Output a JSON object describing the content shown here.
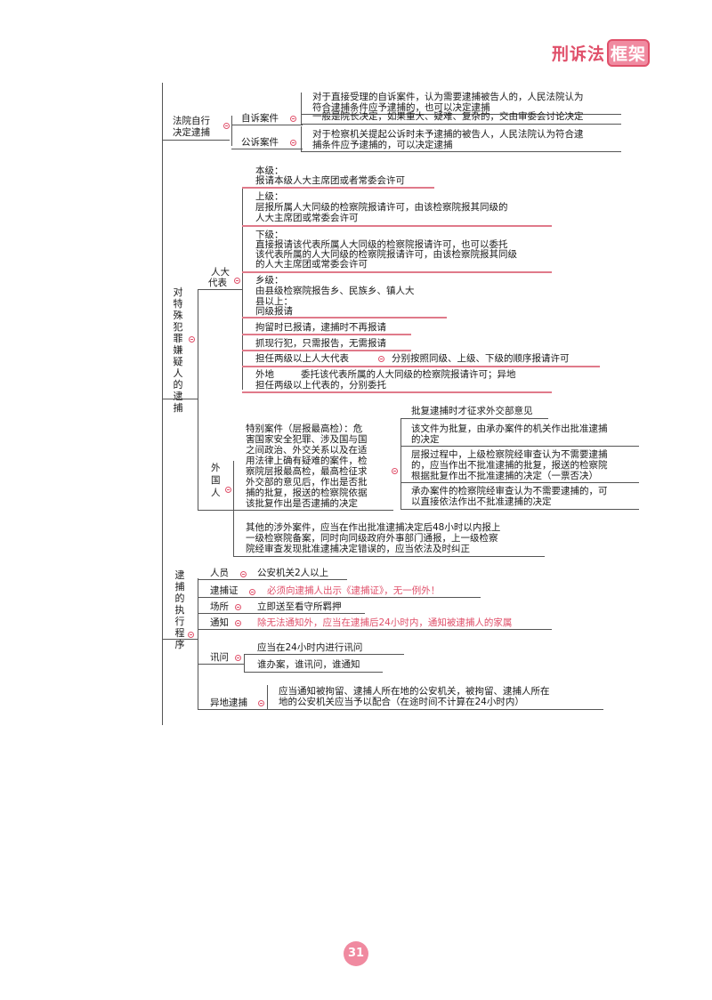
{
  "header": {
    "brand_text": "刑诉法",
    "brand_box": "框架"
  },
  "page_number": "31",
  "court_arrest": {
    "label": [
      "法院自行",
      "决定逮捕"
    ],
    "private_case": {
      "label": "自诉案件",
      "lines": [
        "对于直接受理的自诉案件，认为需要逮捕被告人的，人民法院认为",
        "符合逮捕条件应予逮捕的，也可以决定逮捕"
      ],
      "line2": "一般是院长决定，如果重大、疑难、复杂的，交由审委会讨论决定"
    },
    "public_case": {
      "label": "公诉案件",
      "lines": [
        "对于检察机关提起公诉时未予逮捕的被告人，人民法院认为符合逮",
        "捕条件应予逮捕的，可以决定逮捕"
      ]
    }
  },
  "special_suspects": {
    "label": "对特殊犯罪嫌疑人的逮捕",
    "npc": {
      "label": [
        "人大",
        "代表"
      ],
      "same_level": [
        "本级：",
        "报请本级人大主席团或者常委会许可"
      ],
      "upper_level": [
        "上级：",
        "层报所属人大同级的检察院报请许可，由该检察院报其同级的",
        "人大主席团或常委会许可"
      ],
      "lower_level": [
        "下级：",
        "直接报请该代表所属人大同级的检察院报请许可，也可以委托",
        "该代表所属的人大同级的检察院报请许可，由该检察院报其同级",
        "的人大主席团或常委会许可"
      ],
      "township": [
        "乡级：",
        "由县级检察院报告乡、民族乡、镇人大",
        "县以上：",
        "同级报请"
      ],
      "detained": "拘留时已报请，逮捕时不再报请",
      "caught": "抓现行犯，只需报告，无需报请",
      "two_levels": "担任两级以上人大代表",
      "two_levels_detail": "分别按照同级、上级、下级的顺序报请许可",
      "other_place_label": "外地",
      "other_place": [
        "委托该代表所属的人大同级的检察院报请许可；异地",
        "担任两级以上代表的，分别委托"
      ]
    },
    "foreigner": {
      "label": [
        "外",
        "国",
        "人"
      ],
      "special": [
        "特别案件（层报最高检）：危",
        "害国家安全犯罪、涉及国与国",
        "之间政治、外交关系以及在适",
        "用法律上确有疑难的案件，检",
        "察院层报最高检，最高检征求",
        "外交部的意见后，作出是否批",
        "捕的批复，报送的检察院依据",
        "该批复作出是否逮捕的决定"
      ],
      "branches": [
        [
          "批复逮捕时才征求外交部意见"
        ],
        [
          "该文件为批复，由承办案件的机关作出批准逮捕",
          "的决定"
        ],
        [
          "层报过程中，上级检察院经审查认为不需要逮捕",
          "的，应当作出不批准逮捕的批复，报送的检察院",
          "根据批复作出不批准逮捕的决定（一票否决）"
        ],
        [
          "承办案件的检察院经审查认为不需要逮捕的，可",
          "以直接依法作出不批准逮捕的决定"
        ]
      ],
      "other": [
        "其他的涉外案件，应当在作出批准逮捕决定后48小时以内报上",
        "一级检察院备案，同时向同级政府外事部门通报，上一级检察",
        "院经审查发现批准逮捕决定错误的，应当依法及时纠正"
      ]
    }
  },
  "execution": {
    "label": "逮捕的执行程序",
    "personnel_label": "人员",
    "personnel": "公安机关2人以上",
    "warrant_label": "逮捕证",
    "warrant": "必须向逮捕人出示《逮捕证》，无一例外！",
    "place_label": "场所",
    "place": "立即送至看守所羁押",
    "notice_label": "通知",
    "notice": "除无法通知外，应当在逮捕后24小时内，通知被逮捕人的家属",
    "interrogate_label": "讯问",
    "interrogate": [
      "应当在24小时内进行讯问",
      "谁办案，谁讯问，谁通知"
    ],
    "remote_label": "异地逮捕",
    "remote": [
      "应当通知被拘留、逮捕人所在地的公安机关，被拘留、逮捕人所在",
      "地的公安机关应当予以配合（在途时间不计算在24小时内）"
    ]
  }
}
